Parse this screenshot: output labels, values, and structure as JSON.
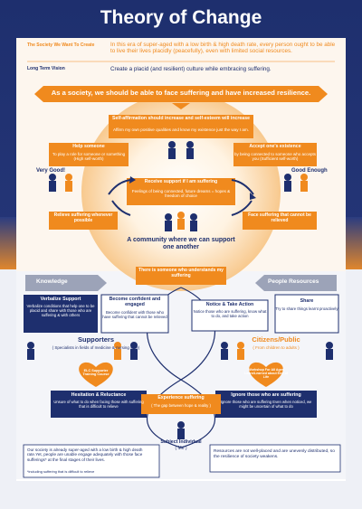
{
  "title": "Theory of Change",
  "header": {
    "society_label": "The Society We Want To Create",
    "society_text": "In this era of super-aged with a low birth & high death rate, every person ought to be able to live their lives placidly (peacefully), even with limited social resources.",
    "vision_label": "Long Term Vision",
    "vision_text": "Create a placid (and resilient) culture while embracing suffering."
  },
  "goal_banner": "As a society, we should be able to face suffering and have increased resilience.",
  "self_affirmation": {
    "title": "Self-affirmation should increase and self-esteem will increase",
    "text": "Affirm my own positive qualities and know my existence just the way I am."
  },
  "help_someone": {
    "title": "Help someone",
    "text": "To play a role for someone or something (High self-worth)",
    "caption": "Very Good!"
  },
  "accept_existence": {
    "title": "Accept one's existence",
    "text": "by being connected to someone who accepts you (Sufficient self-worth)",
    "caption": "Good Enough"
  },
  "receive_support": {
    "title": "Receive support if I am suffering",
    "text": "Feelings of being connected, future dreams = hopes & freedom of choice"
  },
  "relieve_suffering": "Relieve suffering whenever possible",
  "face_suffering": "Face suffering that cannot be relieved",
  "community": "A community where we can support one another",
  "someone_understands": "There is someone who understands my suffering",
  "knowledge_label": "Knowledge",
  "people_resources_label": "People Resources",
  "verbalize": {
    "title": "Verbalize Support",
    "text": "Verbalize conditions that help one to be placid and share with those who are suffering & with others"
  },
  "confident": {
    "title": "Become confident and engaged",
    "text": "Become confident with those who have suffering that cannot be relieved"
  },
  "notice": {
    "title": "Notice & Take Action",
    "text": "Notice those who are suffering, know what to do, and take action"
  },
  "share": {
    "title": "Share",
    "text": "Try to share things learnt proactively"
  },
  "supporters": {
    "title": "Supporters",
    "text": "( Specialists in fields of medicine & nursing care)"
  },
  "elc_course": "ELC Supporter Training Course",
  "citizens": {
    "title": "Citizens/Public",
    "text": "( From children to adults )"
  },
  "workshop": "Workshop For All Ages Learn/Learned about End of Life",
  "hesitation": {
    "title": "Hesitation & Reluctance",
    "text": "Unsure of what to do when facing those with suffering that is difficult to relieve"
  },
  "ignore": {
    "title": "Ignore those who are suffering",
    "text": "Ignore those who are suffering Even when noticed, we might be uncertain of what to do"
  },
  "experience": {
    "title": "Experience suffering",
    "text": "( The gap between hope & reality )"
  },
  "subject": {
    "title": "Subject Individual",
    "text": "( Me )"
  },
  "bottom_left": "Our society is already super-aged with a low birth & high death rate.Yet, people are unable engage adequately with those face sufferings* at the final stages of their lives.",
  "bottom_left_note": "*including suffering that is difficult to relieve",
  "bottom_right": "Resources are not well-placed and are unevenly distributed, so the resilience of society weakens.",
  "colors": {
    "navy": "#1e2f6e",
    "orange": "#f08a1e",
    "light_orange": "#fde6c8",
    "pale": "#f4f5f9"
  },
  "icons": [
    "person-figure",
    "heart",
    "circular-arrow",
    "chevron-arrow"
  ]
}
